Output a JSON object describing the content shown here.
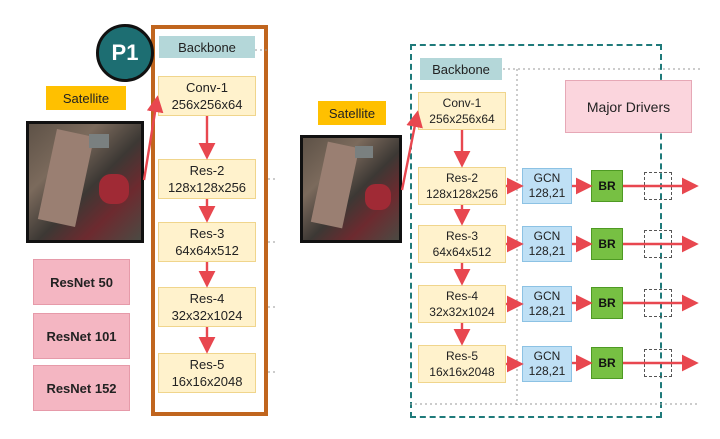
{
  "left": {
    "badge": "P1",
    "backbone": "Backbone",
    "satellite": "Satellite",
    "layers": [
      {
        "name": "Conv-1",
        "dims": "256x256x64"
      },
      {
        "name": "Res-2",
        "dims": "128x128x256"
      },
      {
        "name": "Res-3",
        "dims": "64x64x512"
      },
      {
        "name": "Res-4",
        "dims": "32x32x1024"
      },
      {
        "name": "Res-5",
        "dims": "16x16x2048"
      }
    ],
    "resnets": [
      "ResNet 50",
      "ResNet 101",
      "ResNet 152"
    ]
  },
  "right": {
    "backbone": "Backbone",
    "satellite": "Satellite",
    "major_drivers": "Major Drivers",
    "layers": [
      {
        "name": "Conv-1",
        "dims": "256x256x64"
      },
      {
        "name": "Res-2",
        "dims": "128x128x256"
      },
      {
        "name": "Res-3",
        "dims": "64x64x512"
      },
      {
        "name": "Res-4",
        "dims": "32x32x1024"
      },
      {
        "name": "Res-5",
        "dims": "16x16x2048"
      }
    ],
    "gcn": {
      "label": "GCN",
      "dims": "128,21"
    },
    "br": "BR"
  },
  "colors": {
    "arrow": "#e8474f",
    "backbone_border": "#c0651e",
    "dashed_frame": "#1f7a7a",
    "badge": "#1d6e72"
  }
}
